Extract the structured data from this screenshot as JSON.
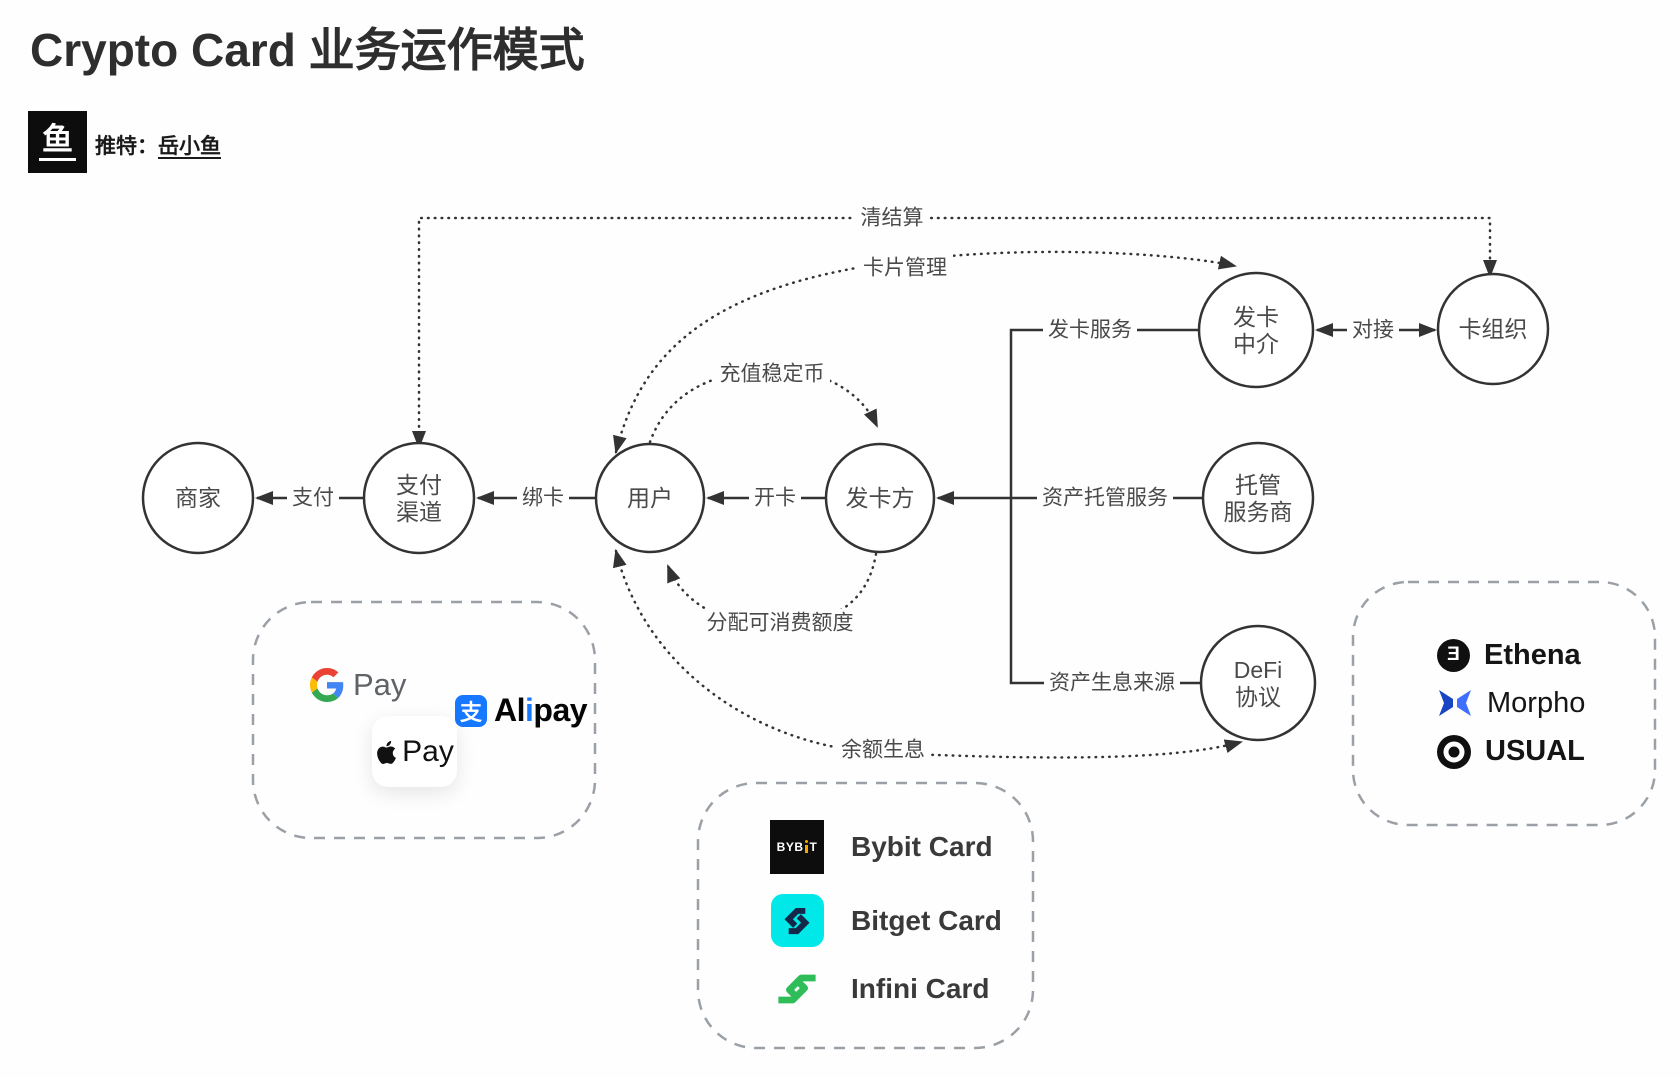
{
  "header": {
    "title": "Crypto Card 业务运作模式",
    "logo_char": "鱼",
    "byline_prefix": "推特：",
    "byline_name": "岳小鱼"
  },
  "nodes": {
    "merchant": {
      "label": "商家"
    },
    "payment_channel": {
      "line1": "支付",
      "line2": "渠道"
    },
    "user": {
      "label": "用户"
    },
    "card_issuer": {
      "label": "发卡方"
    },
    "issuing_intermediary": {
      "line1": "发卡",
      "line2": "中介"
    },
    "card_network": {
      "label": "卡组织"
    },
    "custody_provider": {
      "line1": "托管",
      "line2": "服务商"
    },
    "defi_protocol": {
      "line1": "DeFi",
      "line2": "协议"
    }
  },
  "edges": {
    "pay": "支付",
    "bind_card": "绑卡",
    "open_card": "开卡",
    "issuing_service": "发卡服务",
    "custody_service": "资产托管服务",
    "yield_source": "资产生息来源",
    "integration": "对接",
    "clearing_settlement": "清结算",
    "card_management": "卡片管理",
    "deposit_stablecoin": "充值稳定币",
    "allocate_spend_limit": "分配可消费额度",
    "balance_yield": "余额生息"
  },
  "payment_methods": {
    "google_pay_label": "Pay",
    "alipay_char": "支",
    "alipay_name_start": "Al",
    "alipay_name_i": "i",
    "alipay_name_end": "pay",
    "apple_pay_label": "Pay"
  },
  "card_products": {
    "items": [
      {
        "label": "Bybit Card",
        "icon_text_left": "BYB",
        "icon_text_right": "T"
      },
      {
        "label": "Bitget Card"
      },
      {
        "label": "Infini Card"
      }
    ]
  },
  "defi_protocols": {
    "items": [
      {
        "label": "Ethena",
        "icon_char": "Ǝ"
      },
      {
        "label": "Morpho"
      },
      {
        "label": "USUAL"
      }
    ]
  },
  "colors": {
    "line": "#333333",
    "label_text": "#4a4a4a",
    "dashed_box": "#9aa0a6",
    "alipay_blue": "#1677ff",
    "gpay_text_gray": "#5f6368",
    "bybit_yellow": "#f7a600",
    "bitget_cyan": "#00e8e8",
    "bitget_navy": "#14294a",
    "infini_green": "#2ebd59",
    "morpho_dark_blue": "#1745c4",
    "morpho_light_blue": "#3e6fff",
    "ethena_black": "#101010"
  }
}
